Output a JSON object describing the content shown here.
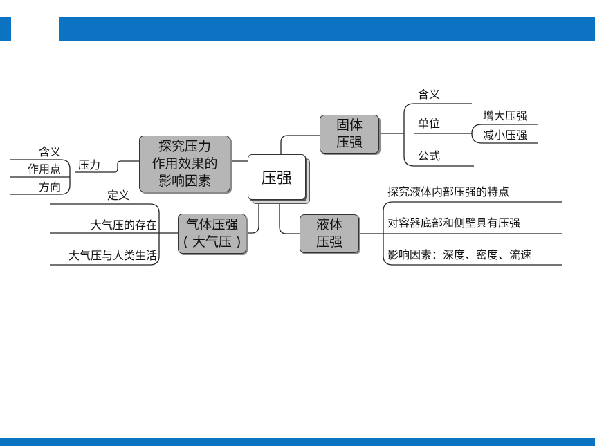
{
  "center": {
    "label": "压强"
  },
  "solid": {
    "label": "固体\n压强",
    "items": {
      "meaning": "含义",
      "unit": "单位",
      "increase": "增大压强",
      "decrease": "减小压强",
      "formula": "公式"
    }
  },
  "liquid": {
    "label": "液体\n压强",
    "items": {
      "explore": "探究液体内部压强的特点",
      "walls": "对容器底部和侧壁具有压强",
      "factors": "影响因素：深度、密度、流速"
    }
  },
  "effect": {
    "label": "探究压力\n作用效果的\n影响因素",
    "pressure_force": "压力",
    "items": {
      "meaning": "含义",
      "point": "作用点",
      "direction": "方向"
    }
  },
  "gas": {
    "label": "气体压强\n( 大气压 )",
    "items": {
      "definition": "定义",
      "existence": "大气压的存在",
      "life": "大气压与人类生活"
    }
  },
  "colors": {
    "header_bar": "#0b73c2",
    "node_fill": "#b6b6b6"
  }
}
